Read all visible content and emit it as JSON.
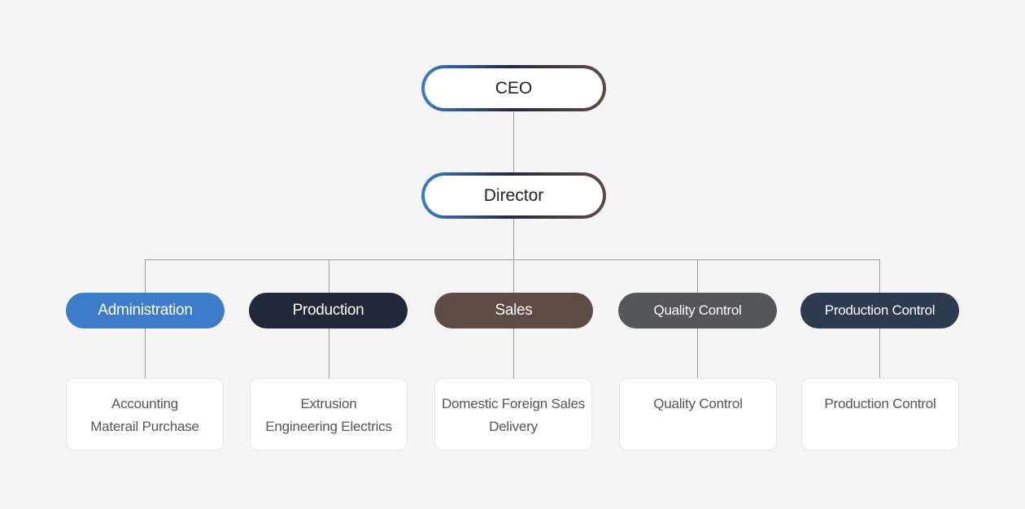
{
  "ceo": {
    "label": "CEO"
  },
  "director": {
    "label": "Director"
  },
  "departments": [
    {
      "label": "Administration",
      "color": "#3d7cc9",
      "tasks": [
        "Accounting",
        "Materail Purchase"
      ]
    },
    {
      "label": "Production",
      "color": "#23273a",
      "tasks": [
        "Extrusion",
        "Engineering Electrics"
      ]
    },
    {
      "label": "Sales",
      "color": "#5e4b43",
      "tasks": [
        "Domestic Foreign Sales",
        "Delivery"
      ]
    },
    {
      "label": "Quality Control",
      "color": "#55565a",
      "tasks": [
        "Quality Control"
      ]
    },
    {
      "label": "Production Control",
      "color": "#2c3b50",
      "tasks": [
        "Production Control"
      ]
    }
  ],
  "colors": {
    "gradient_start": "#3c7ccc",
    "gradient_mid": "#262a3e",
    "gradient_end": "#5e4b43",
    "connector": "#9a9a9a",
    "background": "#f5f5f5"
  }
}
